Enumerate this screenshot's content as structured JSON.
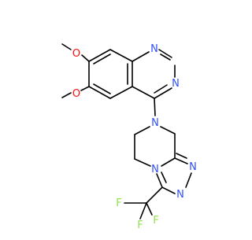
{
  "colors": {
    "bond": "#000000",
    "oxygen": "#ff0d0d",
    "nitrogen": "#3050f8",
    "fluorine": "#90e050",
    "background": "#ffffff"
  },
  "atoms": {
    "o_top": "O",
    "o_left": "O",
    "n_quin_top": "N",
    "n_quin_right": "N",
    "n_piperazine": "N",
    "n_bridge": "N",
    "n_tri_1": "N",
    "n_tri_2": "N",
    "f_1": "F",
    "f_2": "F",
    "f_3": "F"
  }
}
